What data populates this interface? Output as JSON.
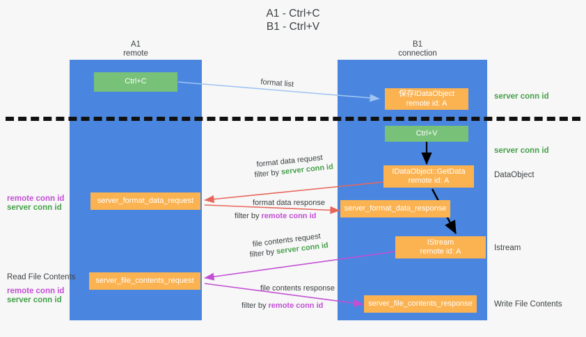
{
  "title": {
    "line1": "A1 - Ctrl+C",
    "line2": "B1 - Ctrl+V"
  },
  "lanes": [
    {
      "id": "a1",
      "header_line1": "A1",
      "header_line2": "remote",
      "color": "#4a86e0"
    },
    {
      "id": "b1",
      "header_line1": "B1",
      "header_line2": "connection",
      "color": "#4a86e0"
    }
  ],
  "nodes": {
    "ctrl_c": {
      "label": "Ctrl+C",
      "color": "#77c178"
    },
    "save_idataobject": {
      "line1": "保存IDataObject",
      "line2": "remote id: A",
      "color": "#fbb251"
    },
    "ctrl_v": {
      "label": "Ctrl+V",
      "color": "#77c178"
    },
    "getdata": {
      "line1": "IDataObject::GetData",
      "line2": "remote id: A",
      "color": "#fbb251"
    },
    "format_data_request": {
      "label": "server_format_data_request",
      "color": "#fbb251"
    },
    "format_data_response": {
      "label": "server_format_data_response",
      "color": "#fbb251"
    },
    "istream": {
      "line1": "IStream",
      "line2": "remote id: A",
      "color": "#fbb251"
    },
    "file_contents_request": {
      "label": "server_file_contents_request",
      "color": "#fbb251"
    },
    "file_contents_response": {
      "label": "server_file_contents_response",
      "color": "#fbb251"
    }
  },
  "right_labels": {
    "server_conn_id_1": "server conn id",
    "server_conn_id_2": "server conn id",
    "dataobject": "DataObject",
    "istream": "Istream",
    "write_file_contents": "Write File Contents"
  },
  "left_labels": {
    "remote_conn_id_1": "remote conn id",
    "server_conn_id_1": "server conn id",
    "read_file_contents": "Read File Contents",
    "remote_conn_id_2": "remote conn id",
    "server_conn_id_2": "server conn id"
  },
  "flows": {
    "format_list": "format list",
    "format_data_request": "format data request",
    "format_data_request_filter_pre": "filter by ",
    "format_data_request_filter_key": "server conn id",
    "format_data_response": "format data response",
    "format_data_response_filter_pre": "filter by ",
    "format_data_response_filter_key": "remote conn id",
    "file_contents_request": "file contents request",
    "file_contents_request_filter_pre": "filter by ",
    "file_contents_request_filter_key": "server conn id",
    "file_contents_response": "file contents response",
    "file_contents_response_filter_pre": "filter by ",
    "file_contents_response_filter_key": "remote conn id"
  },
  "colors": {
    "lane": "#4a86e0",
    "green_node": "#77c178",
    "orange_node": "#fbb251",
    "server_conn_id": "#46a04a",
    "remote_conn_id": "#c24fd4",
    "arrow_format_list": "#9fc5f0",
    "arrow_format_data": "#e8655a",
    "arrow_file_contents": "#c24fd4",
    "arrow_internal": "#000000",
    "divider": "#111111",
    "background": "#f7f7f7"
  }
}
